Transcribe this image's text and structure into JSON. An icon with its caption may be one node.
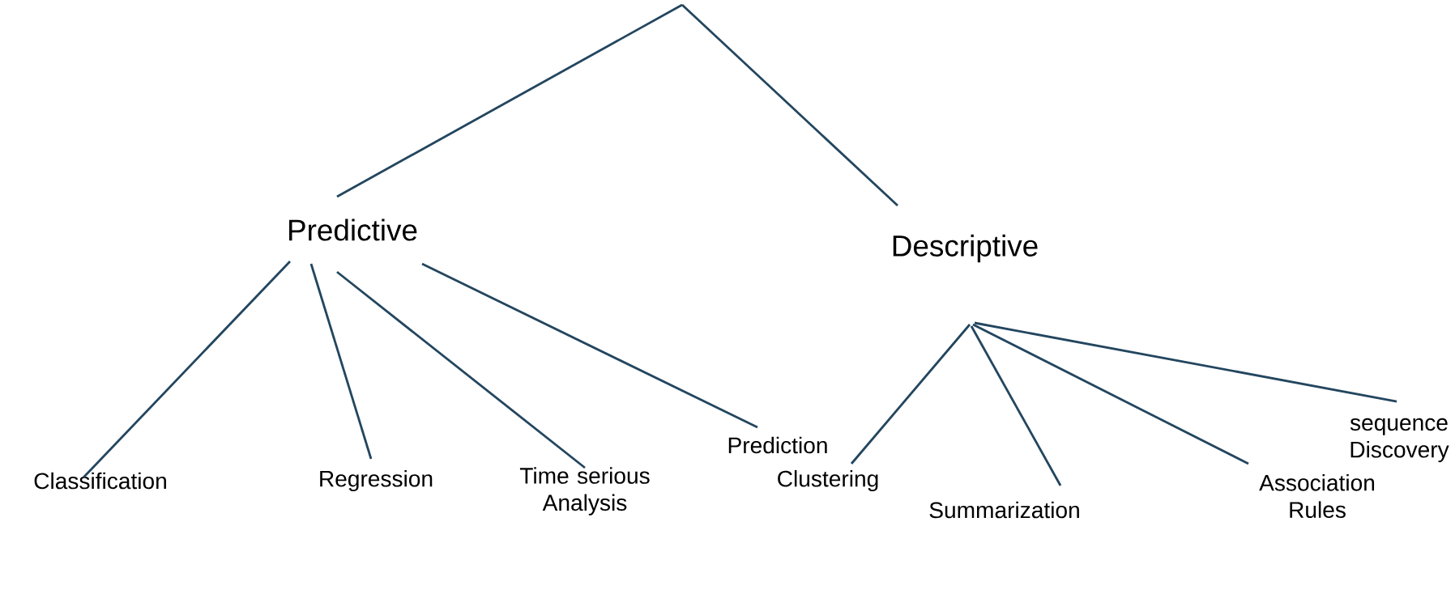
{
  "diagram": {
    "nodes": [
      {
        "text": [
          "Predictive"
        ]
      },
      {
        "text": [
          "Descriptive"
        ]
      },
      {
        "text": [
          "Classification"
        ]
      },
      {
        "text": [
          "Regression"
        ]
      },
      {
        "text": [
          "Time serious Analysis"
        ]
      },
      {
        "text": [
          "Prediction"
        ]
      },
      {
        "text": [
          "Clustering"
        ]
      },
      {
        "text": [
          "Summarization"
        ]
      },
      {
        "text": [
          "Association Rules"
        ]
      },
      {
        "text": [
          "sequence Discovery"
        ]
      }
    ],
    "edges": [
      {
        "from": null,
        "to": 0,
        "arrow": "none"
      },
      {
        "from": null,
        "to": 1,
        "arrow": "none"
      },
      {
        "from": 0,
        "to": 2,
        "arrow": "none"
      },
      {
        "from": 0,
        "to": 3,
        "arrow": "none"
      },
      {
        "from": 0,
        "to": 4,
        "arrow": "none"
      },
      {
        "from": 0,
        "to": 5,
        "arrow": "none"
      },
      {
        "from": 1,
        "to": 6,
        "arrow": "none"
      },
      {
        "from": 1,
        "to": 7,
        "arrow": "none"
      },
      {
        "from": 1,
        "to": 8,
        "arrow": "none"
      },
      {
        "from": 1,
        "to": 9,
        "arrow": "none"
      }
    ]
  }
}
